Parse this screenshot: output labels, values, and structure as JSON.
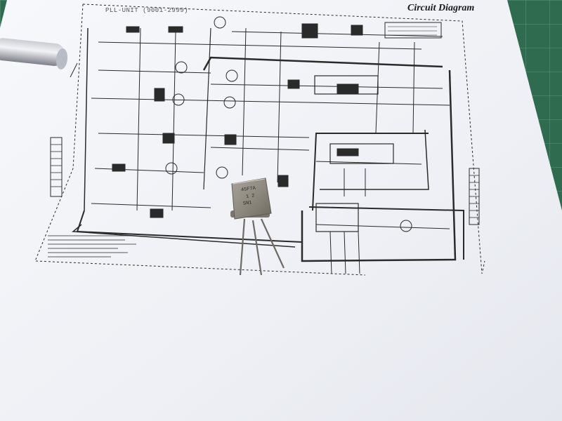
{
  "document": {
    "title": "Circuit Diagram",
    "unit_label": "PLL-UNIT (9001-2999)"
  },
  "crystal": {
    "marking_lines": [
      "45F7A",
      "1 2",
      "SN1"
    ]
  },
  "colors": {
    "cutting_mat": "#2f6b4f",
    "paper": "#f4f5f8",
    "ink": "#2a2a2a",
    "crystal_metal": "#9a958c"
  }
}
